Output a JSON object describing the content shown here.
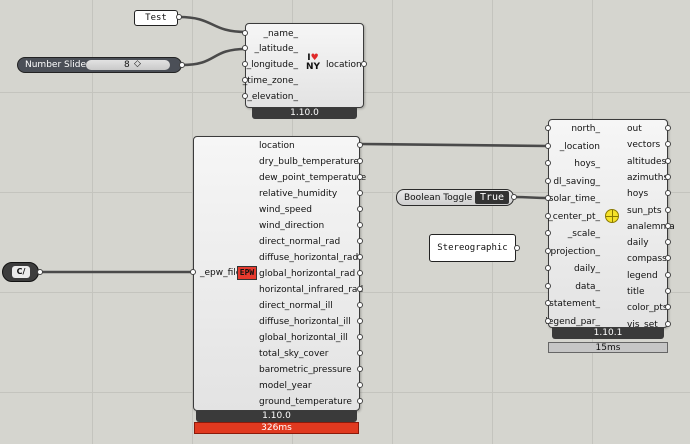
{
  "panels": {
    "test": "Test",
    "stereographic": "Stereographic"
  },
  "slider": {
    "label": "Number Slider",
    "value": "8",
    "marker": "◇"
  },
  "toggle": {
    "label": "Boolean Toggle",
    "value": "True"
  },
  "file_param": {
    "label": "C/"
  },
  "location_comp": {
    "inputs": [
      "_name_",
      "_latitude_",
      "_longitude_",
      "_time_zone_",
      "_elevation_"
    ],
    "output": "location",
    "icon_text": [
      "I",
      "NY"
    ],
    "version": "1.10.0"
  },
  "epw_comp": {
    "input": "_epw_file",
    "icon_text": "EPW",
    "outputs": [
      "location",
      "dry_bulb_temperature",
      "dew_point_temperature",
      "relative_humidity",
      "wind_speed",
      "wind_direction",
      "direct_normal_rad",
      "diffuse_horizontal_rad",
      "global_horizontal_rad",
      "horizontal_infrared_rad",
      "direct_normal_ill",
      "diffuse_horizontal_ill",
      "global_horizontal_ill",
      "total_sky_cover",
      "barometric_pressure",
      "model_year",
      "ground_temperature"
    ],
    "version": "1.10.0",
    "timing": "326ms"
  },
  "sunpath_comp": {
    "inputs": [
      "north_",
      "_location",
      "hoys_",
      "dl_saving_",
      "solar_time_",
      "_center_pt_",
      "_scale_",
      "projection_",
      "daily_",
      "data_",
      "statement_",
      "legend_par_"
    ],
    "outputs": [
      "out",
      "vectors",
      "altitudes",
      "azimuths",
      "hoys",
      "sun_pts",
      "analemma",
      "daily",
      "compass",
      "legend",
      "title",
      "color_pts",
      "vis_set"
    ],
    "version": "1.10.1",
    "timing": "15ms"
  },
  "colors": {
    "canvas": "#d5d5cf",
    "wire": "#4a4a4a",
    "component_bar": "#3a3a3a",
    "timing_warning": "#e0391f",
    "timing_normal": "#c6c6c6",
    "epw_icon": "#e63a2e"
  }
}
